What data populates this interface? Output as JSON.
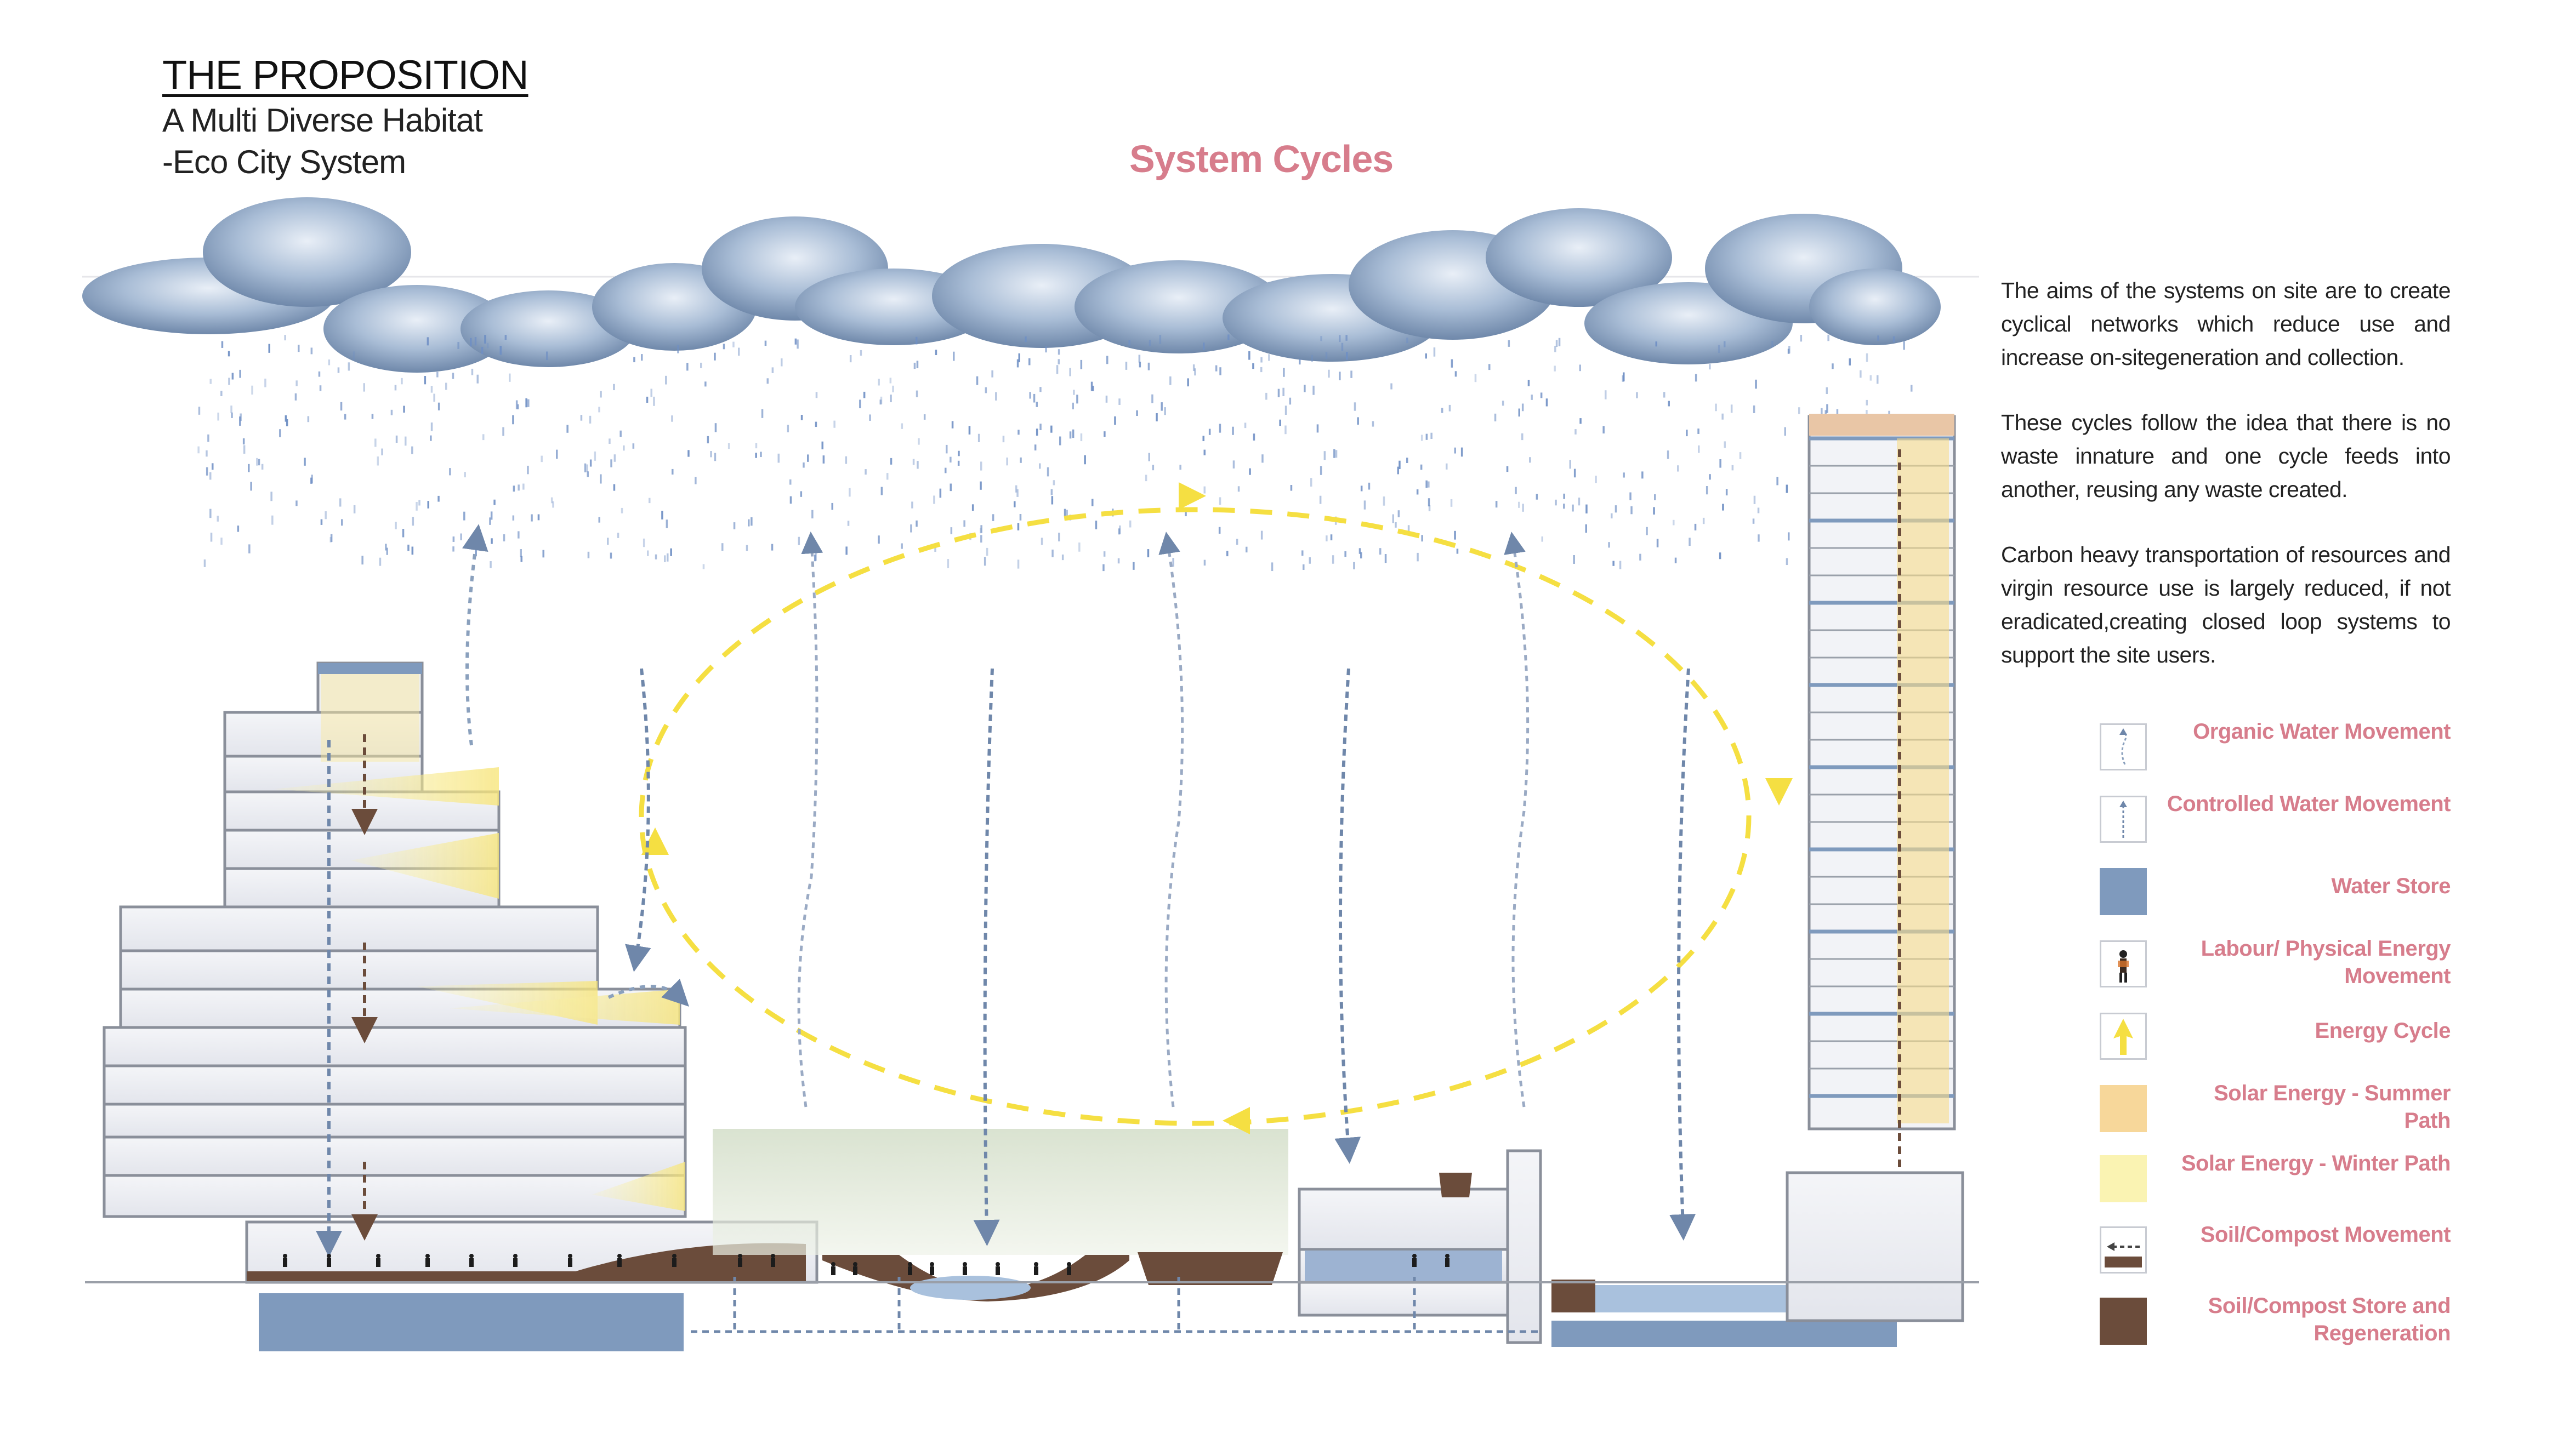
{
  "header": {
    "title": "THE PROPOSITION",
    "subtitle_lines": [
      "A Multi Diverse Habitat",
      "-Eco City System"
    ]
  },
  "diagram_title": "System Cycles",
  "description": [
    "The aims of the systems on site are to create cyclical networks which reduce use and increase on-sitegeneration and collection.",
    "These cycles follow the idea that there is no waste innature and one cycle feeds into another, reusing any waste created.",
    "Carbon heavy transportation of resources and virgin resource use is largely reduced, if not eradicated,creating closed loop systems to support the site users."
  ],
  "legend": [
    {
      "label": "Organic Water Movement",
      "icon": "organic-water-arrow-icon"
    },
    {
      "label": "Controlled Water Movement",
      "icon": "controlled-water-arrow-icon"
    },
    {
      "label": "Water Store",
      "icon": "water-store-swatch",
      "color": "#7f9abd"
    },
    {
      "label": "Labour/ Physical Energy Movement",
      "icon": "person-figure-icon"
    },
    {
      "label": "Energy Cycle",
      "icon": "yellow-arrow-icon",
      "color": "#f5df42"
    },
    {
      "label": "Solar Energy - Summer Path",
      "icon": "summer-path-swatch",
      "color": "#f7d79a"
    },
    {
      "label": "Solar Energy - Winter Path",
      "icon": "winter-path-swatch",
      "color": "#faf3b2"
    },
    {
      "label": "Soil/Compost Movement",
      "icon": "soil-arrow-icon"
    },
    {
      "label": "Soil/Compost Store and Regeneration",
      "icon": "soil-store-swatch",
      "color": "#6b4c3b"
    }
  ],
  "colors": {
    "accent_pink": "#d77d8c",
    "water_blue": "#7f9abd",
    "energy_yellow": "#f5df42",
    "soil_brown": "#6b4c3b",
    "summer": "#f7d79a",
    "winter": "#faf3b2"
  }
}
